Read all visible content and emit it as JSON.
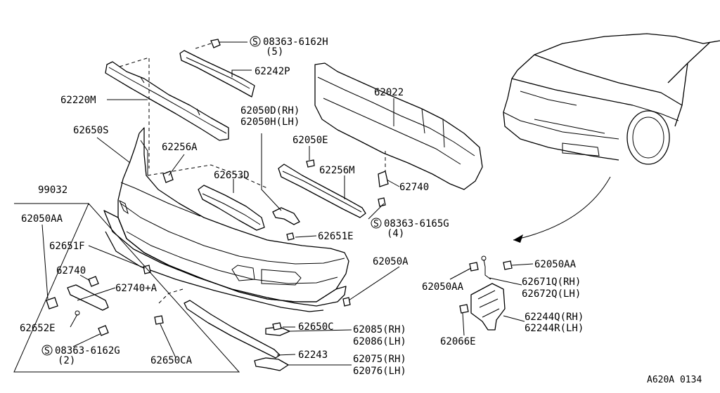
{
  "labels": {
    "s1_code": "08363-6162H",
    "s1_qty": "(5)",
    "p62242P": "62242P",
    "p62220M": "62220M",
    "p62022": "62022",
    "p62650S": "62650S",
    "p62050D": "62050D(RH)",
    "p62050H": "62050H(LH)",
    "p62256A": "62256A",
    "p62050E": "62050E",
    "p62653D": "62653D",
    "p62256M": "62256M",
    "p62740": "62740",
    "p99032": "99032",
    "s2_code": "08363-6165G",
    "s2_qty": "(4)",
    "p62050AA_l": "62050AA",
    "p62651E": "62651E",
    "p62651F": "62651F",
    "p62050A": "62050A",
    "p62740_l": "62740",
    "p62740A": "62740+A",
    "p62650C": "62650C",
    "p62652E": "62652E",
    "p62085": "62085(RH)",
    "p62086": "62086(LH)",
    "s3_code": "08363-6162G",
    "s3_qty": "(2)",
    "p62243": "62243",
    "p62650CA": "62650CA",
    "p62075": "62075(RH)",
    "p62076": "62076(LH)",
    "p62050AA_r1": "62050AA",
    "p62050AA_r2": "62050AA",
    "p62671Q": "62671Q(RH)",
    "p62672Q": "62672Q(LH)",
    "p62244Q": "62244Q(RH)",
    "p62244R": "62244R(LH)",
    "p62066E": "62066E",
    "footer": "A620A 0134"
  },
  "screw_symbol": "S"
}
